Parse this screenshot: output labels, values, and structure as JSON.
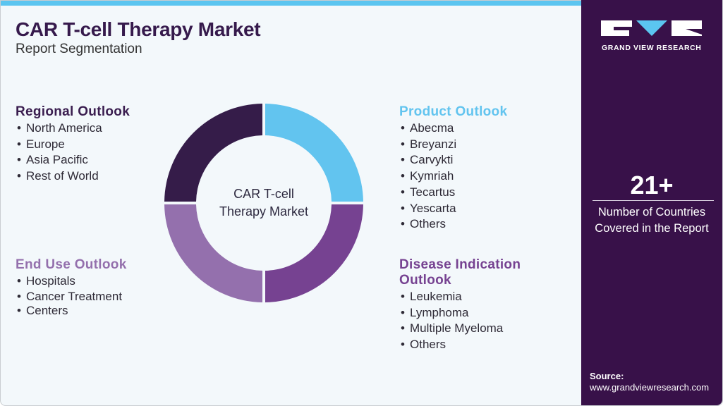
{
  "header": {
    "title": "CAR T-cell Therapy Market",
    "subtitle": "Report Segmentation"
  },
  "brand": {
    "name": "GRAND VIEW RESEARCH",
    "colors": {
      "dark_purple": "#381149",
      "light_blue": "#5bc5f0",
      "mid_purple": "#764291",
      "light_purple": "#9470ad",
      "navy_purple": "#351c49"
    }
  },
  "chart_data": {
    "type": "pie",
    "title": "CAR T-cell Therapy Market",
    "center_label": "CAR T-cell Therapy Market",
    "categories": [
      "Product Outlook",
      "Disease Indication Outlook",
      "End Use Outlook",
      "Regional Outlook"
    ],
    "values": [
      25,
      25,
      25,
      25
    ],
    "colors": [
      "#62c4ef",
      "#764291",
      "#9470ad",
      "#351c49"
    ],
    "donut": true
  },
  "center": {
    "line1": "CAR T-cell",
    "line2": "Therapy Market"
  },
  "segments": {
    "regional": {
      "title": "Regional Outlook",
      "color": "#3a1d4f",
      "items": [
        "North America",
        "Europe",
        "Asia Pacific",
        "Rest of World"
      ]
    },
    "end_use": {
      "title": "End Use Outlook",
      "color": "#9470ad",
      "items": [
        "Hospitals",
        "Cancer Treatment",
        "Centers"
      ]
    },
    "product": {
      "title": "Product Outlook",
      "color": "#62c4ef",
      "items": [
        "Abecma",
        "Breyanzi",
        "Carvykti",
        "Kymriah",
        "Tecartus",
        "Yescarta",
        "Others"
      ]
    },
    "disease": {
      "title_line1": "Disease Indication",
      "title_line2": "Outlook",
      "color": "#764291",
      "items": [
        "Leukemia",
        "Lymphoma",
        "Multiple Myeloma",
        "Others"
      ]
    }
  },
  "stat": {
    "value": "21+",
    "desc_line1": "Number of Countries",
    "desc_line2": "Covered in the Report"
  },
  "source": {
    "label": "Source:",
    "url": "www.grandviewresearch.com"
  }
}
